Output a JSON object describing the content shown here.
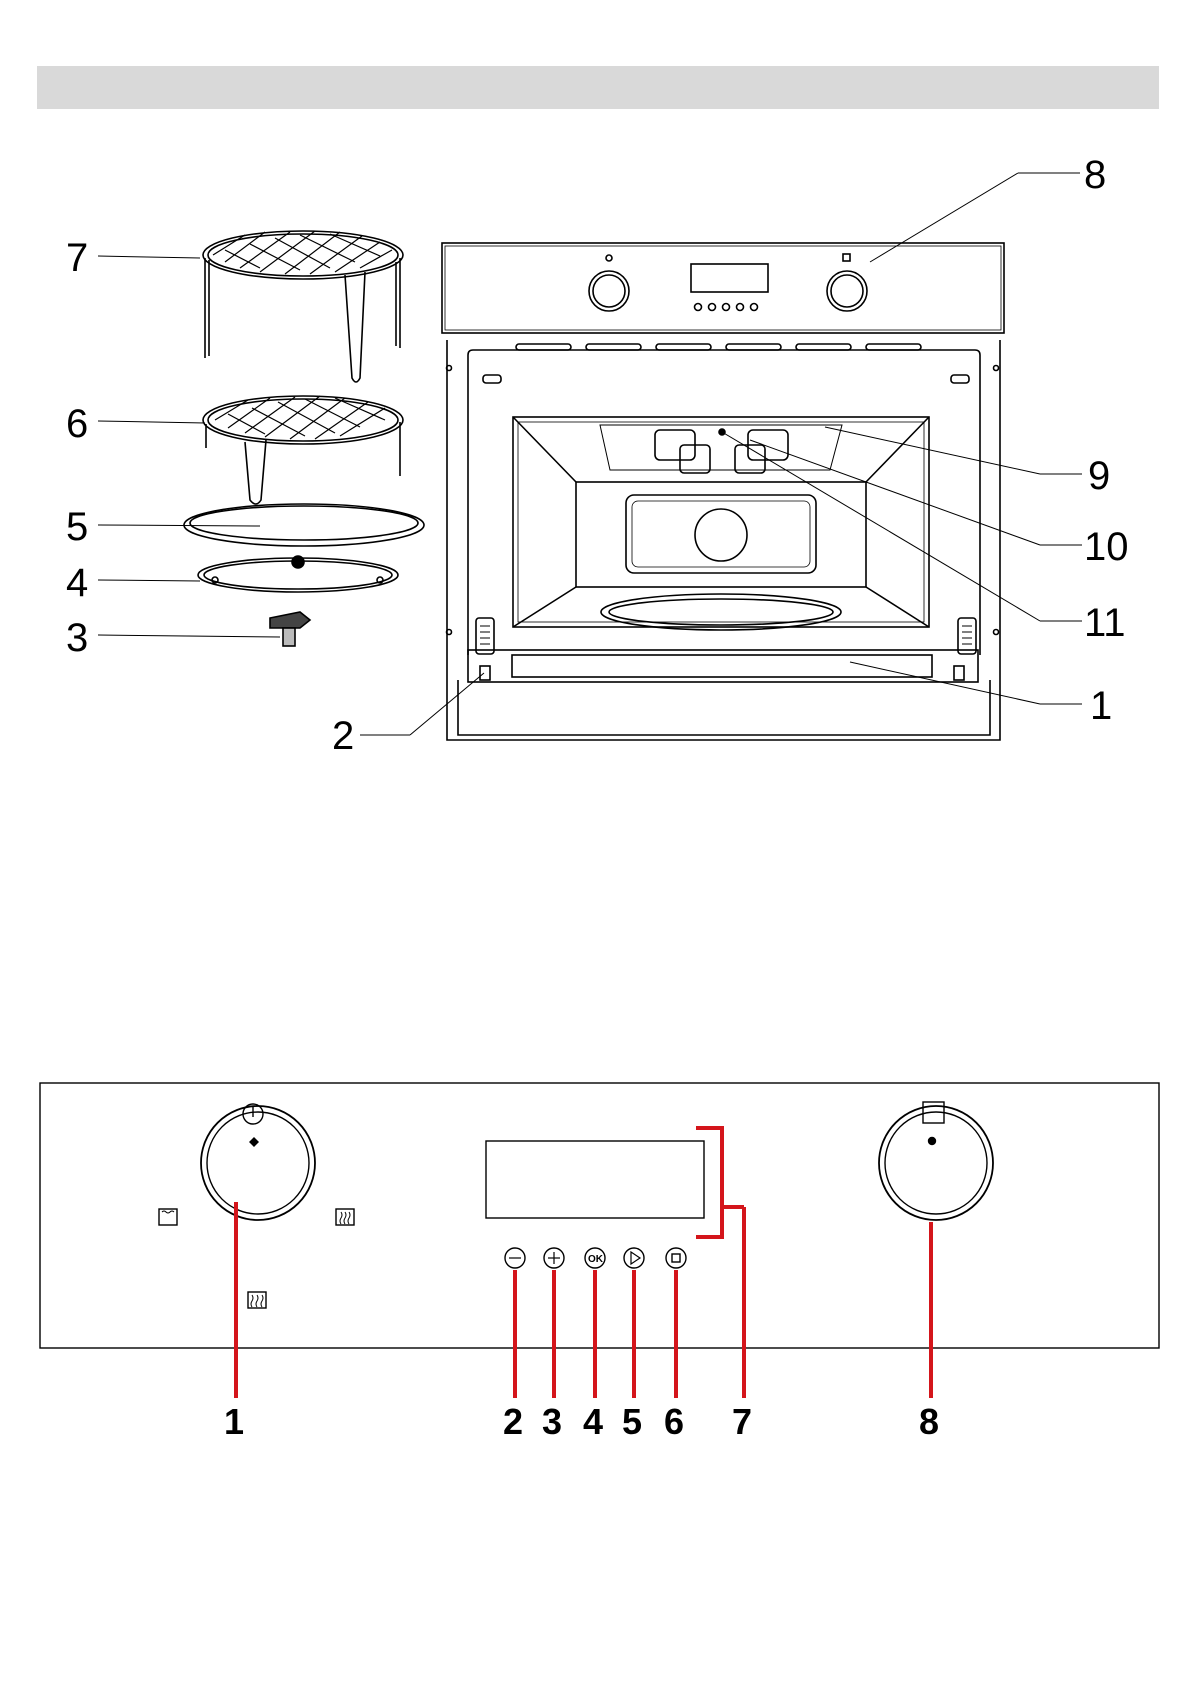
{
  "top_figure": {
    "callouts": {
      "c1": "1",
      "c2": "2",
      "c3": "3",
      "c4": "4",
      "c5": "5",
      "c6": "6",
      "c7": "7",
      "c8": "8",
      "c9": "9",
      "c10": "10",
      "c11": "11"
    }
  },
  "panel_figure": {
    "callouts": {
      "c1": "1",
      "c2": "2",
      "c3": "3",
      "c4": "4",
      "c5": "5",
      "c6": "6",
      "c7": "7",
      "c8": "8"
    },
    "buttons": {
      "minus": "−",
      "plus": "+",
      "ok": "OK",
      "start": "▷",
      "stop": "◻"
    }
  },
  "colors": {
    "callout_line": "#d4151b",
    "header_bar": "#d9d9d9",
    "stroke": "#000000"
  }
}
